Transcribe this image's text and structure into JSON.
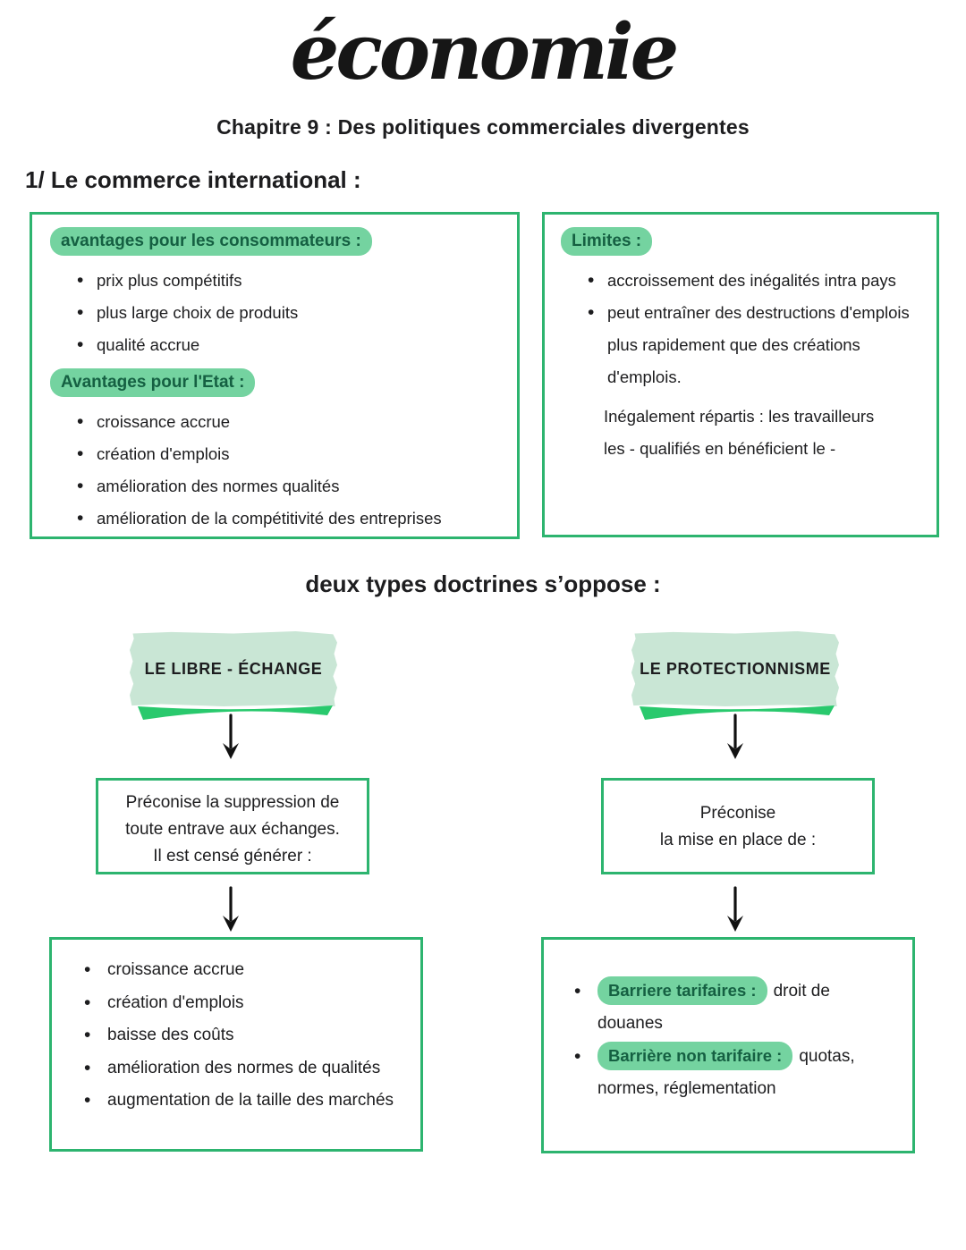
{
  "page": {
    "title": "économie",
    "subtitle": "Chapitre 9 : Des politiques commerciales divergentes",
    "section1_heading": "1/ Le commerce international :",
    "section2_heading": "deux types doctrines s’oppose :"
  },
  "colors": {
    "green_border": "#2db46f",
    "highlight_bg": "#74d3a0",
    "highlight_text": "#156042",
    "tape_bg": "#c9e6d5",
    "swoosh_green": "#29c96d",
    "ink": "#1d1d1f"
  },
  "advantages_box": {
    "consumers_label": "avantages pour les consommateurs :",
    "consumers_items": [
      "prix plus compétitifs",
      "plus large choix de produits",
      "qualité accrue"
    ],
    "state_label": "Avantages pour l'Etat :",
    "state_items": [
      "croissance accrue",
      "création d'emplois",
      "amélioration des normes qualités",
      "amélioration de la compétitivité des entreprises"
    ]
  },
  "limits_box": {
    "label": "Limites :",
    "items": [
      "accroissement des inégalités intra pays",
      "peut entraîner des destructions d'emplois plus rapidement que des créations d'emplois."
    ],
    "note_lines": [
      "Inégalement répartis : les travailleurs",
      "les - qualifiés en bénéficient le -"
    ]
  },
  "free_trade": {
    "banner": "LE LIBRE - ÉCHANGE",
    "middle_lines": [
      "Préconise la suppression de",
      "toute entrave aux échanges.",
      "Il est censé générer :"
    ],
    "items": [
      "croissance accrue",
      "création d'emplois",
      "baisse des coûts",
      "amélioration des normes de qualités",
      "augmentation de la taille des marchés"
    ]
  },
  "protectionism": {
    "banner": "LE PROTECTIONNISME",
    "middle_lines": [
      "Préconise",
      "la mise en place de :"
    ],
    "items": [
      {
        "term": "Barriere tarifaires :",
        "rest": "droit de douanes"
      },
      {
        "term": "Barrière non tarifaire :",
        "rest": "quotas, normes, réglementation"
      }
    ]
  }
}
